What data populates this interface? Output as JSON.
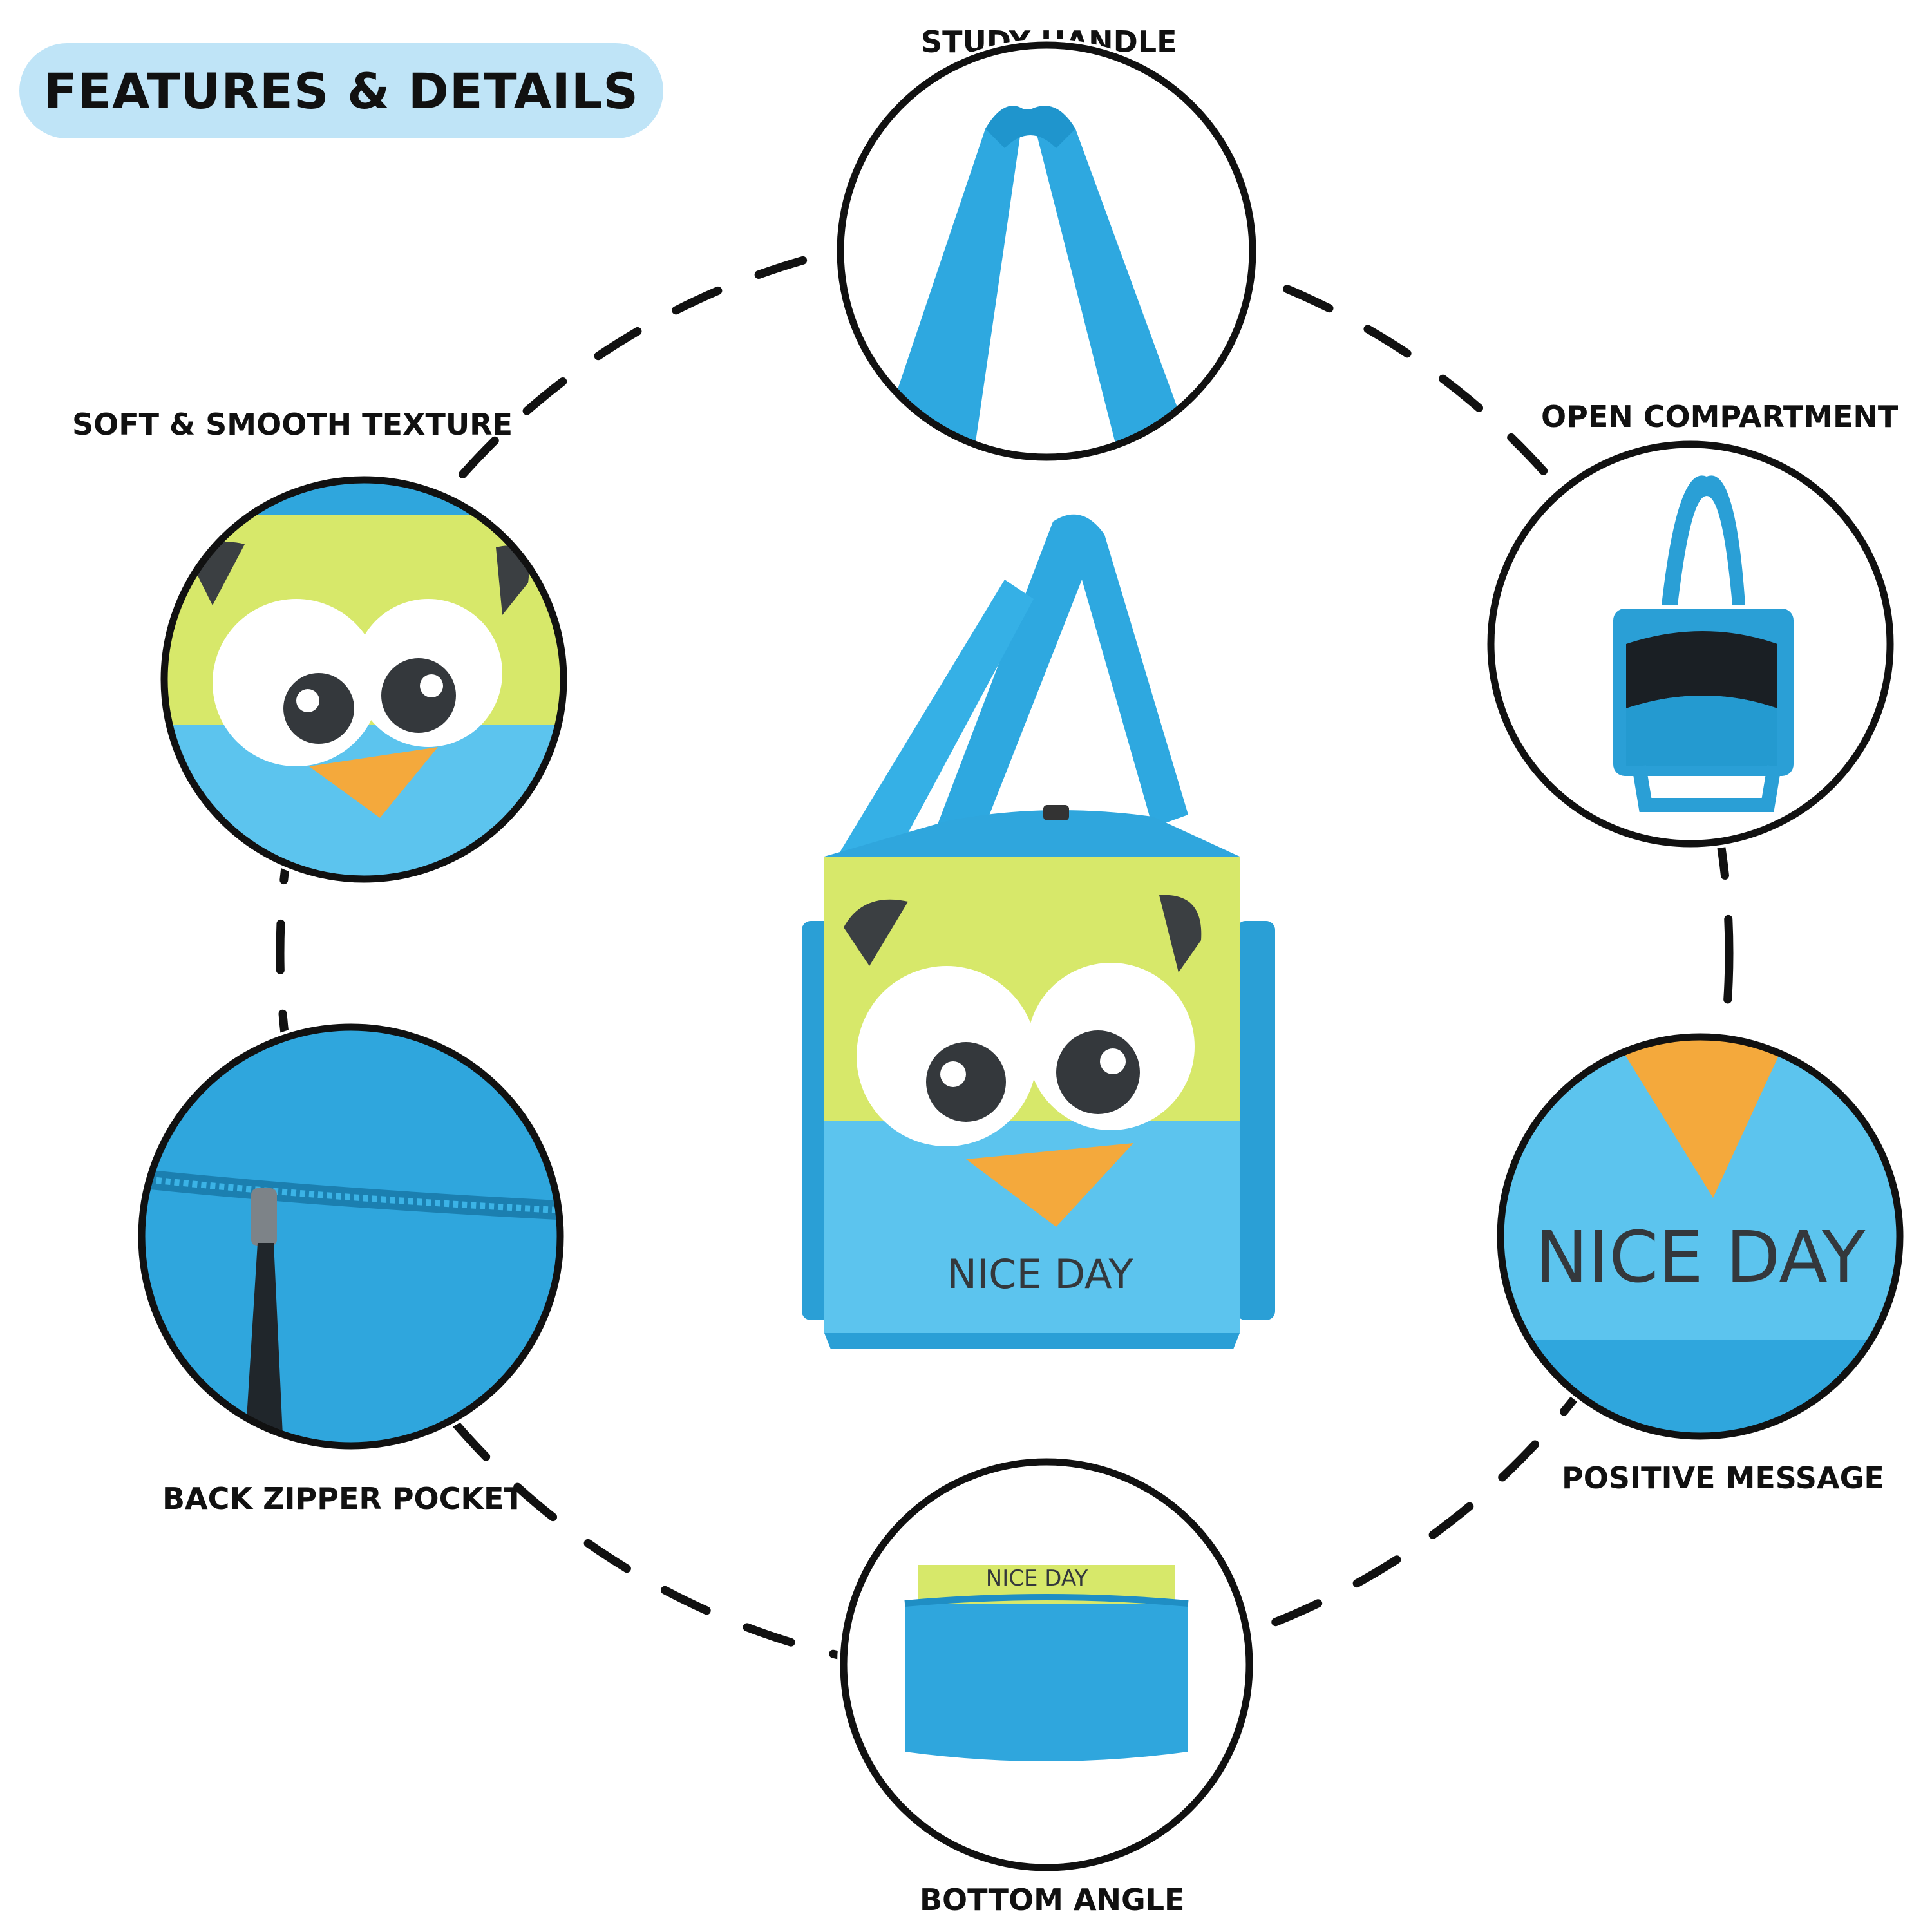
{
  "header": {
    "title": "FEATURES & DETAILS"
  },
  "features": {
    "study_handle": "STUDY HANDLE",
    "soft_texture": "SOFT & SMOOTH TEXTURE",
    "open_compartment": "OPEN COMPARTMENT",
    "back_zipper": "BACK ZIPPER POCKET",
    "positive_message": "POSITIVE MESSAGE",
    "bottom_angle": "BOTTOM ANGLE"
  },
  "product": {
    "print_text": "NICE DAY"
  },
  "colors": {
    "bag_blue": "#2fa6dd",
    "bag_light_blue": "#5cc4ee",
    "lime": "#d7e86a",
    "beak": "#f4a93c",
    "badge": "#bfe4f7",
    "ring": "#111111"
  }
}
